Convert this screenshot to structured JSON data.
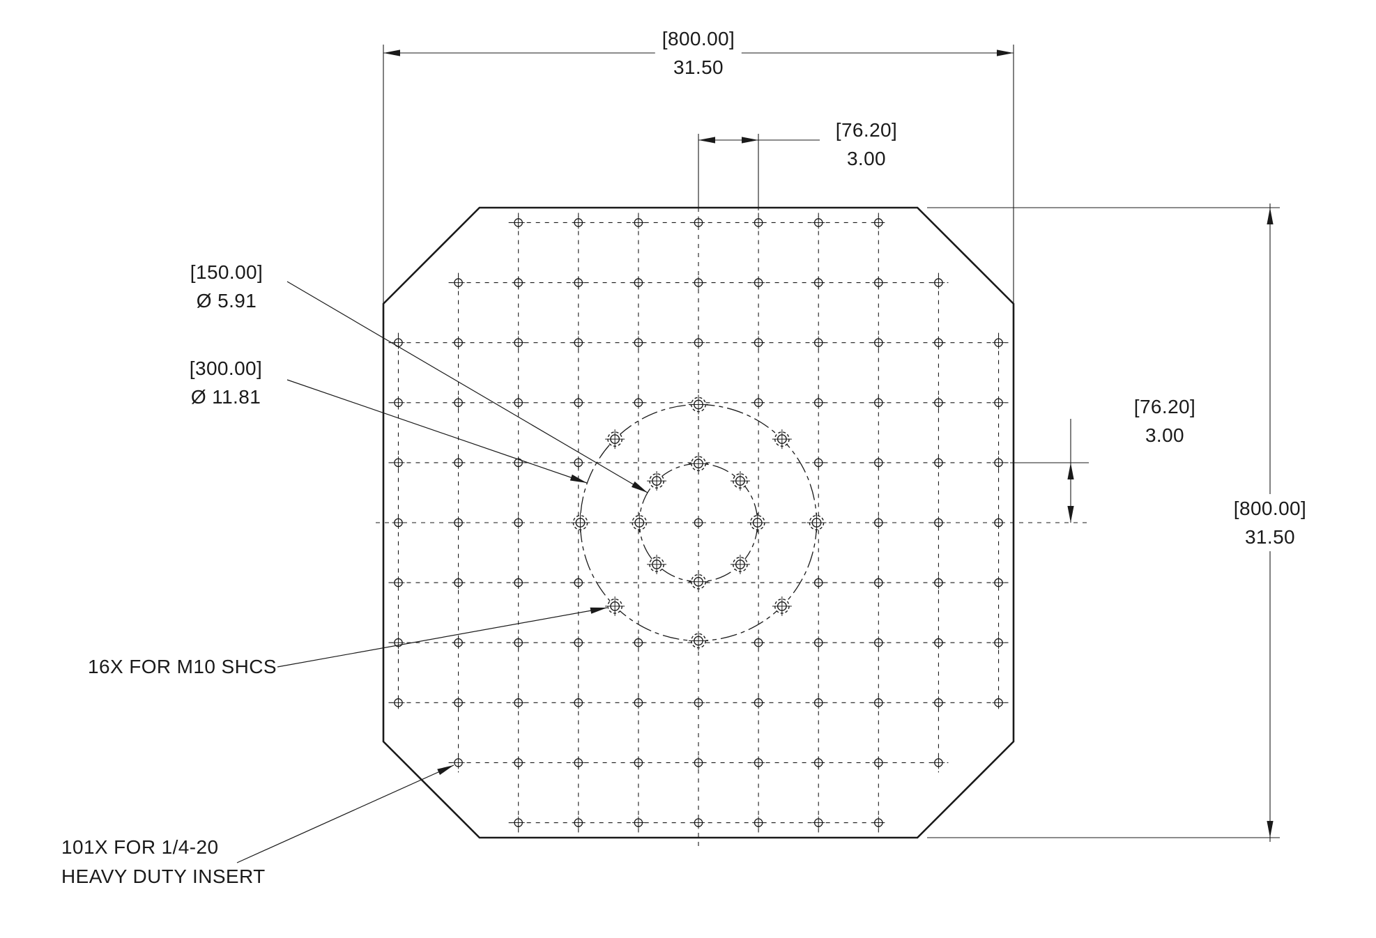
{
  "dims": {
    "overall_width": {
      "metric": "[800.00]",
      "inch": "31.50"
    },
    "overall_height": {
      "metric": "[800.00]",
      "inch": "31.50"
    },
    "hole_pitch_top": {
      "metric": "[76.20]",
      "inch": "3.00"
    },
    "hole_pitch_right": {
      "metric": "[76.20]",
      "inch": "3.00"
    },
    "bolt_circle_inner": {
      "metric": "[150.00]",
      "inch": "Ø 5.91"
    },
    "bolt_circle_outer": {
      "metric": "[300.00]",
      "inch": "Ø 11.81"
    }
  },
  "notes": {
    "m10_callout": "16X FOR M10 SHCS",
    "insert_callout_line1": "101X FOR 1/4-20",
    "insert_callout_line2": "HEAVY DUTY INSERT"
  },
  "geometry": {
    "plate_size_mm": 800,
    "chamfer_mm": 122,
    "grid_pitch_mm": 76.2,
    "grid_rows": 11,
    "grid_cols": 11,
    "grid_hole_count": 101,
    "grid_hole_radius_mm": 5,
    "bolt_circle_diameters_mm": [
      150,
      300
    ],
    "m10_holes_per_circle": 8,
    "m10_hole_count": 16,
    "m10_hole_radius_mm": 5.5,
    "m10_cbore_radius_mm": 9,
    "line_color": "#1a1a1a"
  }
}
